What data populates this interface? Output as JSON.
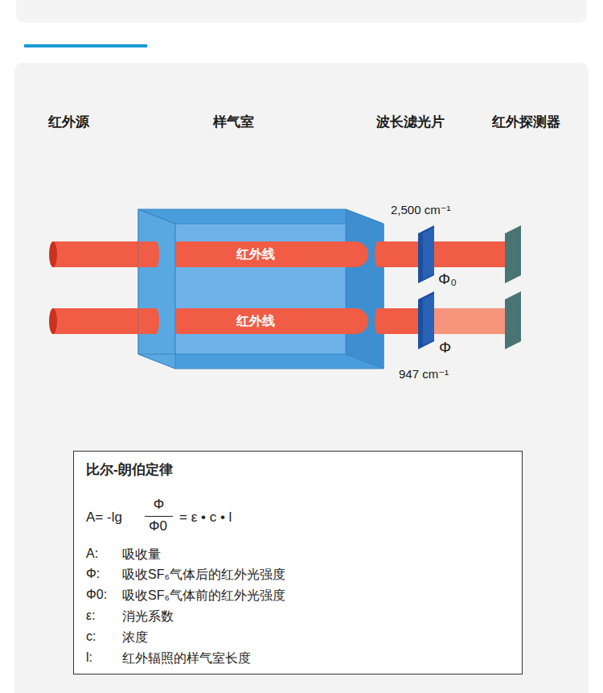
{
  "diagram": {
    "nodes": [
      {
        "text": [
          "红外线"
        ]
      },
      {
        "text": [
          "红外线"
        ]
      },
      {
        "text": [
          "比尔-朗伯定律",
          "A= -lg",
          "Φ",
          "Φ0",
          "= ε • c • l",
          "A:",
          "吸收量",
          "Φ:",
          "吸收SF₆气体后的红外光强度",
          "Φ0:",
          "吸收SF₆气体前的红外光强度",
          "ε:",
          "消光系数",
          "c:",
          "浓度",
          "l:",
          "红外辐照的样气室长度"
        ]
      }
    ],
    "labels": [
      "红外源",
      "样气室",
      "波长滤光片",
      "红外探测器",
      "2,500 cm⁻¹",
      "Φ₀",
      "Φ",
      "947 cm⁻¹"
    ]
  }
}
